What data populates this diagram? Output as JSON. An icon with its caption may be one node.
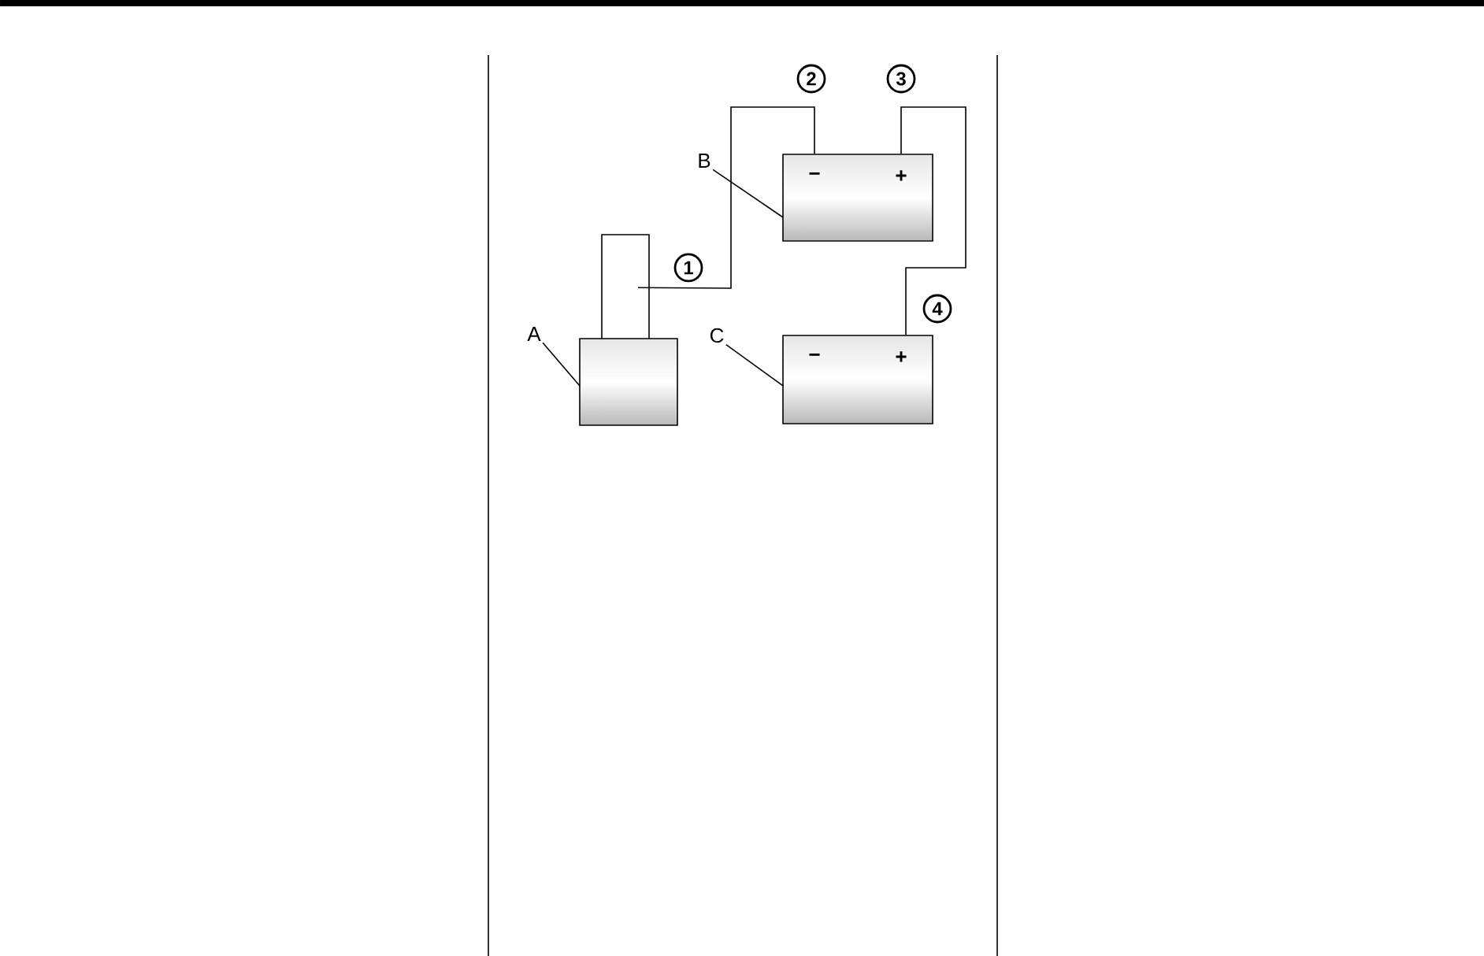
{
  "diagram": {
    "nodes": [
      {
        "text": [
          "A"
        ]
      },
      {
        "text": [],
        "shape": "box"
      },
      {
        "text": [
          "B"
        ]
      },
      {
        "text": [
          "−",
          "+"
        ]
      },
      {
        "text": [
          "C"
        ]
      },
      {
        "text": [
          "−",
          "+"
        ]
      }
    ],
    "edges": [
      {
        "from": 0,
        "to": 1,
        "arrow": "none"
      },
      {
        "from": 2,
        "to": 3,
        "arrow": "none"
      },
      {
        "from": 4,
        "to": 5,
        "arrow": "none"
      },
      {
        "from": 1,
        "to": 3,
        "arrow": "none"
      },
      {
        "from": 3,
        "to": 5,
        "arrow": "none"
      }
    ],
    "labels": [
      "2",
      "3",
      "1",
      "4"
    ]
  }
}
